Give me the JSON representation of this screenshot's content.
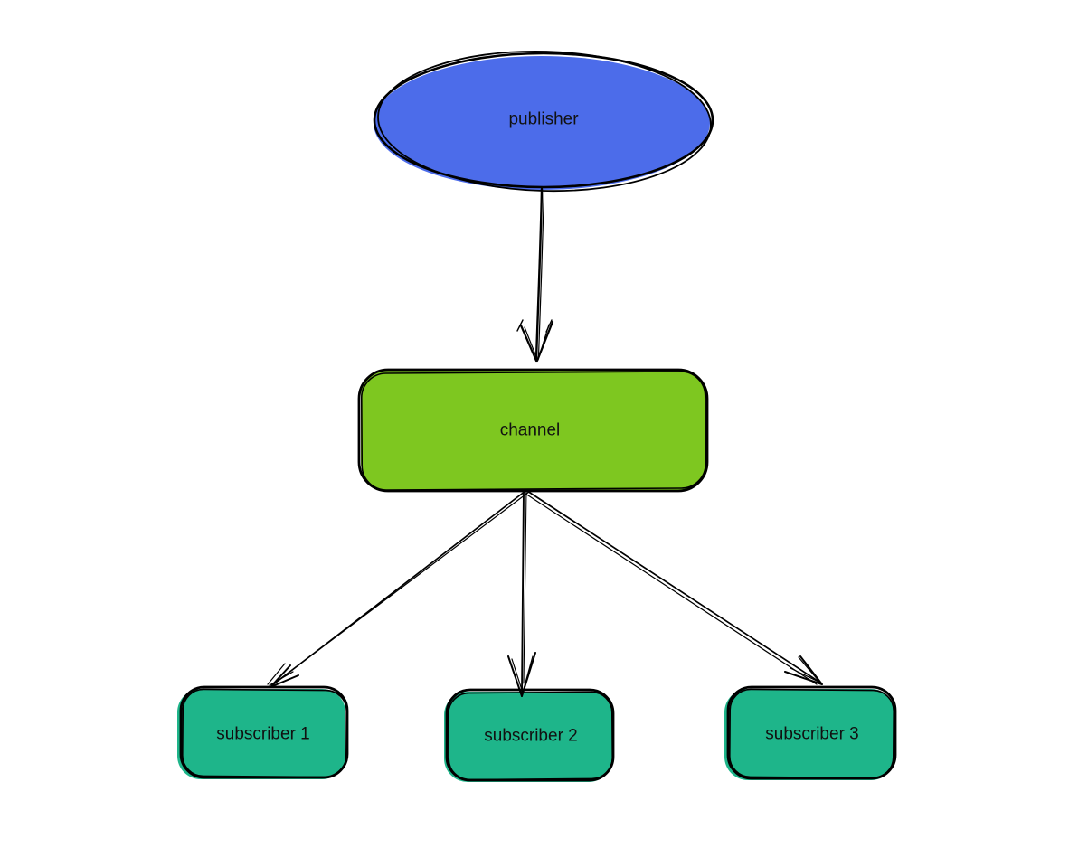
{
  "diagram": {
    "type": "flowchart",
    "style": {
      "background": "#ffffff",
      "stroke": "#000000",
      "text_color": "#111111"
    },
    "nodes": {
      "publisher": {
        "label": "publisher",
        "shape": "ellipse",
        "fill": "#4c6cea"
      },
      "channel": {
        "label": "channel",
        "shape": "rounded-rectangle",
        "fill": "#7ec720"
      },
      "subscriber1": {
        "label": "subscriber 1",
        "shape": "rounded-rectangle",
        "fill": "#1eb58a"
      },
      "subscriber2": {
        "label": "subscriber 2",
        "shape": "rounded-rectangle",
        "fill": "#1eb58a"
      },
      "subscriber3": {
        "label": "subscriber 3",
        "shape": "rounded-rectangle",
        "fill": "#1eb58a"
      }
    },
    "edges": [
      {
        "from": "publisher",
        "to": "channel",
        "arrow": "end"
      },
      {
        "from": "channel",
        "to": "subscriber1",
        "arrow": "end"
      },
      {
        "from": "channel",
        "to": "subscriber2",
        "arrow": "end"
      },
      {
        "from": "channel",
        "to": "subscriber3",
        "arrow": "end"
      }
    ]
  }
}
